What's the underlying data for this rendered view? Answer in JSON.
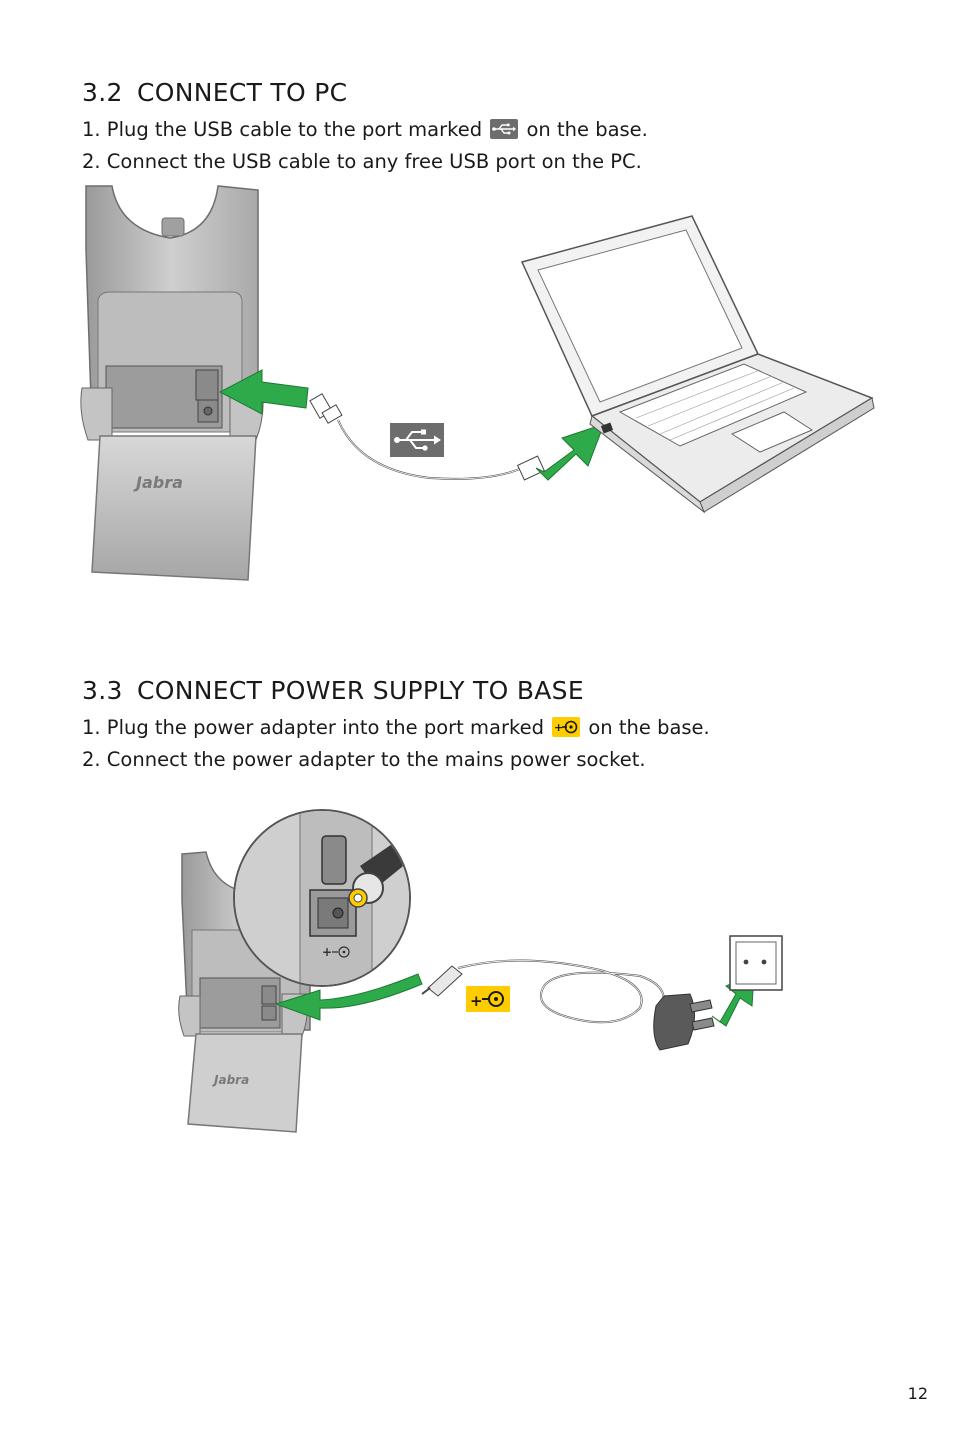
{
  "section_pc": {
    "number": "3.2",
    "title": "CONNECT TO PC",
    "step1_prefix": "1. Plug the USB cable to the port marked",
    "step1_suffix": "on the base.",
    "step1_icon": "usb-icon",
    "step2": "2. Connect the USB cable to any free USB port on the PC.",
    "brand": "Jabra"
  },
  "section_power": {
    "number": "3.3",
    "title": "CONNECT POWER SUPPLY TO BASE",
    "step1_prefix": "1. Plug the power adapter into the port marked",
    "step1_suffix": "on the base.",
    "step1_icon": "power-port-icon",
    "step2": "2. Connect the power adapter to the mains power socket.",
    "brand": "Jabra",
    "port_label": "+"
  },
  "colors": {
    "arrow_green": "#2eaa4a",
    "power_yellow": "#ffcc00",
    "usb_grey": "#6d6d6d",
    "base_grey": "#b5b5b5"
  },
  "page_number": "12"
}
